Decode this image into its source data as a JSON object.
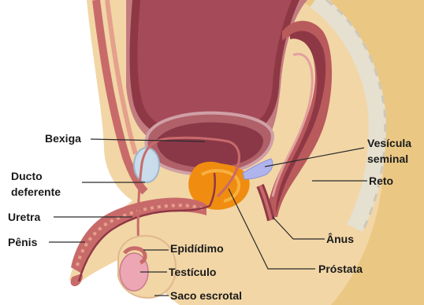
{
  "labels": {
    "bexiga": "Bexiga",
    "ducto_line1": "Ducto",
    "ducto_line2": "deferente",
    "uretra": "Uretra",
    "penis": "Pênis",
    "epididimo": "Epidídimo",
    "testiculo": "Testículo",
    "saco_escrotal": "Saco escrotal",
    "vesicula_line1": "Vesícula",
    "vesicula_line2": "seminal",
    "reto": "Reto",
    "anus": "Ânus",
    "prostata": "Próstata"
  },
  "colors": {
    "skin": "#f2d6a6",
    "fat": "#eac884",
    "bladder": "#8f3845",
    "bladder_inner": "#a44a59",
    "muscle": "#c86a6a",
    "prostate": "#f08c10",
    "seminal": "#b0b4ec",
    "testis": "#eca6b4",
    "pubic": "#c9dcec",
    "leader": "#2a2a2a"
  }
}
